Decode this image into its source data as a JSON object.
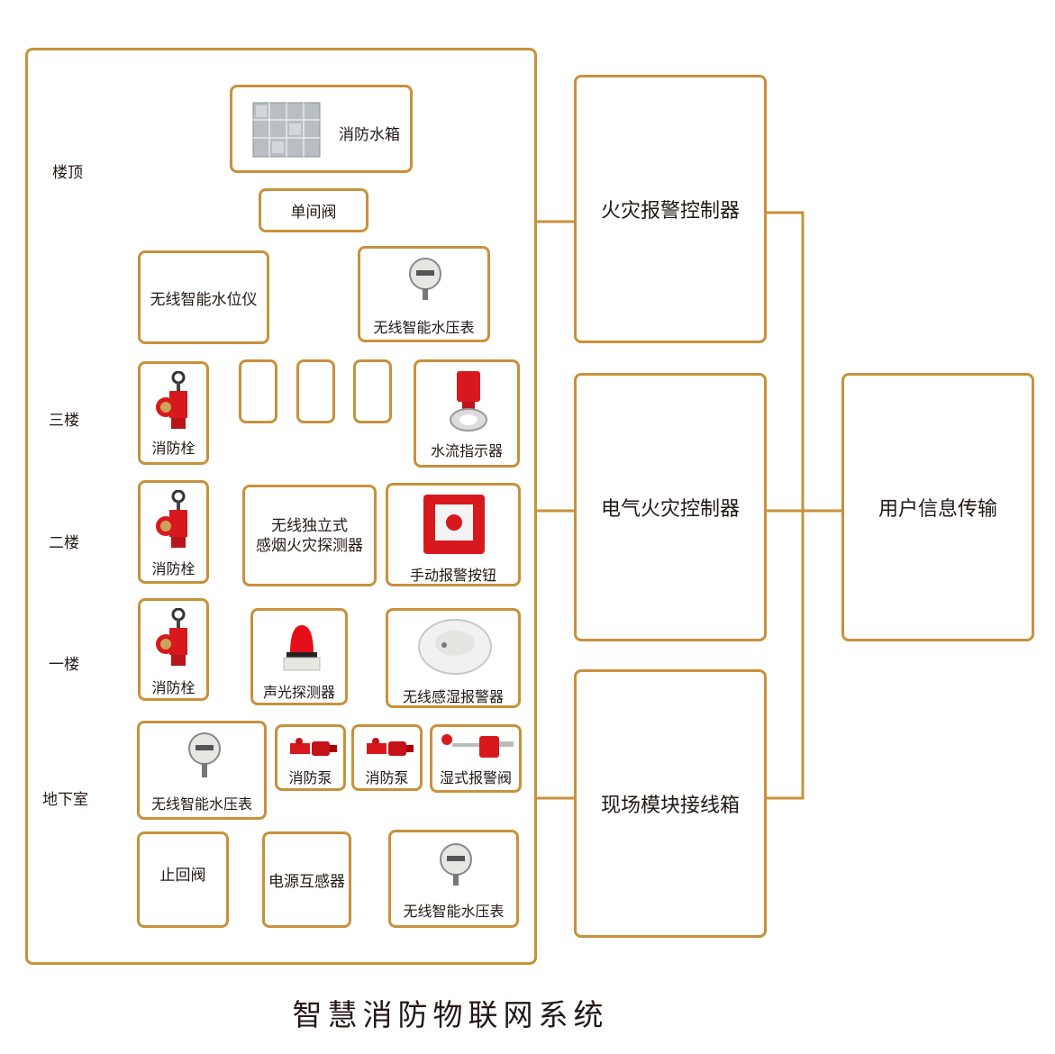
{
  "floors": {
    "roof": "楼顶",
    "third": "三楼",
    "second": "二楼",
    "first": "一楼",
    "basement": "地下室"
  },
  "devices": {
    "water_tank": "消防水箱",
    "check_valve_top": "单间阀",
    "level_meter": "无线智能水位仪",
    "pressure_gauge_3f": "无线智能水压表",
    "hydrant_3f": "消防栓",
    "flow_indicator": "水流指示器",
    "hydrant_2f": "消防栓",
    "smoke_detector": "无线独立式\n感烟火灾探测器",
    "manual_alarm": "手动报警按钮",
    "hydrant_1f": "消防栓",
    "sound_light": "声光探测器",
    "humidity_alarm": "无线感湿报警器",
    "pressure_gauge_b1": "无线智能水压表",
    "pump_1": "消防泵",
    "pump_2": "消防泵",
    "wet_valve": "湿式报警阀",
    "check_valve_b": "止回阀",
    "current_sensor": "电源互感器",
    "pressure_gauge_b2": "无线智能水压表"
  },
  "controllers": {
    "fire_alarm": "火灾报警控制器",
    "electrical_fire": "电气火灾控制器",
    "field_module": "现场模块接线箱",
    "user_info": "用户信息传输"
  },
  "caption": "智慧消防物联网系统",
  "colors": {
    "line": "#c8913b",
    "red": "#d7191e"
  }
}
